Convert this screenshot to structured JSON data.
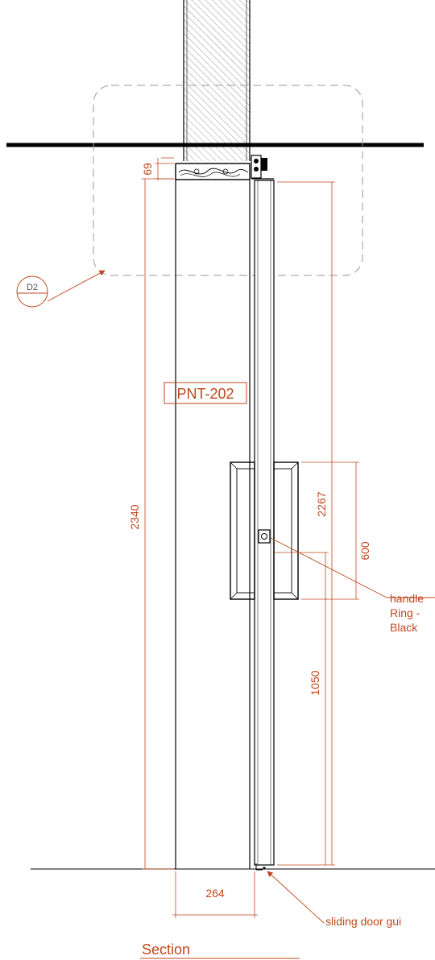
{
  "drawing": {
    "section_title": "Section",
    "finish_tag": "PNT-202",
    "detail_callout": "D2",
    "dimensions": {
      "overall_height": "2340",
      "header_height": "69",
      "door_height": "2267",
      "handle_length": "600",
      "handle_height": "1050",
      "wall_width": "264"
    },
    "notes": {
      "handle_line1": "handle",
      "handle_line2": "Ring -",
      "handle_line3": "Black",
      "guide": "sliding door gui"
    },
    "colors": {
      "annotation": "#c0461b",
      "linework": "#000000",
      "detail_outline": "#9a9a9a"
    }
  }
}
